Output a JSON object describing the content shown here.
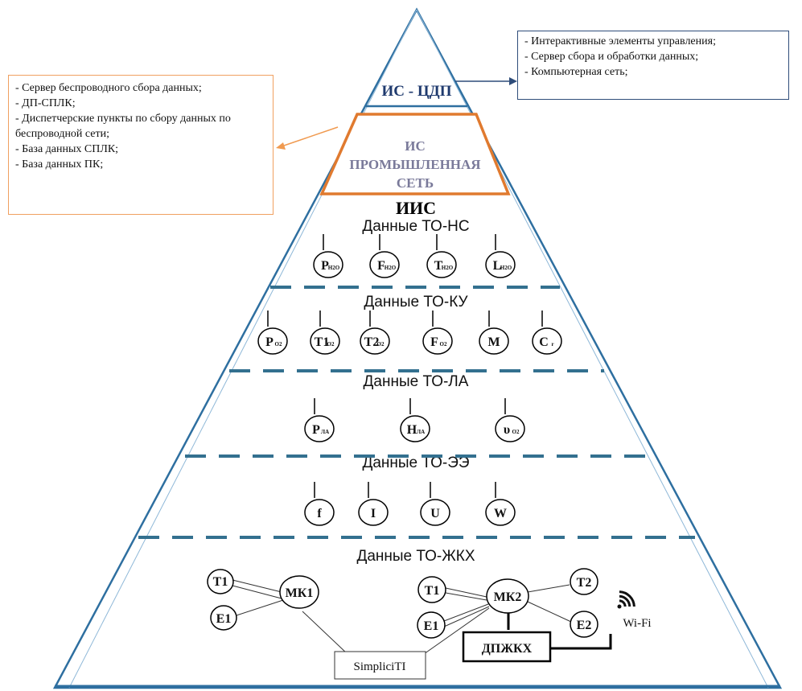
{
  "callout_right": {
    "items": [
      "- Интерактивные элементы управления;",
      "- Сервер сбора и обработки данных;",
      "- Компьютерная сеть;"
    ]
  },
  "callout_left": {
    "items": [
      "- Сервер беспроводного сбора данных;",
      "- ДП-СПЛК;",
      "- Диспетчерские пункты по сбору данных по беспроводной сети;",
      "- База данных СПЛК;",
      "- База данных ПК;"
    ]
  },
  "pyramid": {
    "top_label": "ИС - ЦДП",
    "industrial": [
      "ИС",
      "ПРОМЫШЛЕННАЯ",
      "СЕТЬ"
    ],
    "iis_label": "ИИС",
    "levels": [
      {
        "title": "Данные ТО-НС",
        "sensors": [
          {
            "main": "P",
            "sub": "H2O"
          },
          {
            "main": "F",
            "sub": "H2O"
          },
          {
            "main": "T",
            "sub": "H2O"
          },
          {
            "main": "L",
            "sub": "H2O"
          }
        ]
      },
      {
        "title": "Данные ТО-КУ",
        "sensors": [
          {
            "main": "P",
            "sub": "O2"
          },
          {
            "main": "T1",
            "sub": "O2"
          },
          {
            "main": "T2",
            "sub": "O2"
          },
          {
            "main": "F",
            "sub": "O2"
          },
          {
            "main": "M",
            "sub": ""
          },
          {
            "main": "C",
            "sub": "r"
          }
        ]
      },
      {
        "title": "Данные ТО-ЛА",
        "sensors": [
          {
            "main": "P",
            "sub": "ЛА"
          },
          {
            "main": "H",
            "sub": "ЛА"
          },
          {
            "main": "υ",
            "sub": "O2"
          }
        ]
      },
      {
        "title": "Данные ТО-ЭЭ",
        "sensors": [
          {
            "main": "f",
            "sub": ""
          },
          {
            "main": "I",
            "sub": ""
          },
          {
            "main": "U",
            "sub": ""
          },
          {
            "main": "W",
            "sub": ""
          }
        ]
      },
      {
        "title": "Данные ТО-ЖКХ",
        "sensors": []
      }
    ],
    "zhkh": {
      "left": {
        "hub": "МК1",
        "nodes": [
          "T1",
          "E1"
        ]
      },
      "right": {
        "hub": "МК2",
        "nodes": [
          "T1",
          "E1",
          "T2",
          "E2"
        ]
      },
      "protocol": "SimpliciTI",
      "dispatcher": "ДПЖКХ",
      "wifi_label": "Wi-Fi"
    }
  },
  "colors": {
    "pyramid_outline": "#2e6fa0",
    "dashes": "#33708f",
    "industrial_border": "#e07a2f",
    "industrial_text": "#7a7a9a",
    "top_text": "#1f3a6e",
    "arrow_right": "#2f4d7a",
    "arrow_left": "#f09a50"
  }
}
